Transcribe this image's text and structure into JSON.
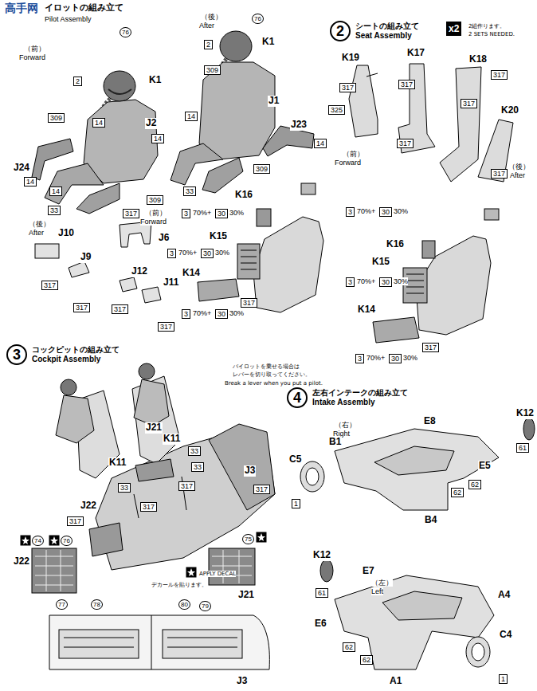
{
  "diagram": {
    "nodes": [
      {
        "text": [
          "2",
          "シートの組み立て",
          "Seat Assembly"
        ]
      },
      {
        "text": [
          "x2"
        ]
      },
      {
        "text": [
          "3",
          "コックピットの組み立て",
          "Cockpit Assembly"
        ]
      },
      {
        "text": [
          "4",
          "左右インテークの組み立て",
          "Intake Assembly"
        ]
      }
    ],
    "labels": [
      "高手网",
      "イロットの組み立て",
      "Pilot Assembly",
      "76",
      "（前）",
      "Forward",
      "2",
      "K1",
      "309",
      "J2",
      "14",
      "14",
      "J24",
      "14",
      "14",
      "309",
      "33",
      "（後）",
      "After",
      "76",
      "K1",
      "2",
      "309",
      "J1",
      "14",
      "J23",
      "14",
      "309",
      "33",
      "（後）",
      "After",
      "J10",
      "J9",
      "317",
      "317",
      "317",
      "（前）",
      "Forward",
      "J6",
      "J12",
      "J11",
      "317",
      "317",
      "2組作ります。",
      "2 SETS NEEDED.",
      "K19",
      "K17",
      "K18",
      "317",
      "K20",
      "317",
      "325",
      "317",
      "317",
      "317",
      "317",
      "（前）",
      "Forward",
      "K16",
      "3",
      "70%+",
      "30",
      "30%",
      "K15",
      "3",
      "70%+",
      "30",
      "30%",
      "K14",
      "317",
      "3",
      "70%+",
      "30",
      "30%",
      "（後）",
      "After",
      "3",
      "70%+",
      "30",
      "30%",
      "K16",
      "K15",
      "3",
      "70%+",
      "30",
      "30%",
      "K14",
      "317",
      "3",
      "70%+",
      "30",
      "30%",
      "パイロットを乗せる場合は",
      "レバーを切り取ってください。",
      "Break a lever when you put a pilot.",
      "J21",
      "K11",
      "33",
      "317",
      "33",
      "K11",
      "33",
      "317",
      "J3",
      "317",
      "J22",
      "317",
      "74",
      "76",
      "75",
      "J22",
      "J21",
      "デカールを貼ります。",
      "APPLY DECAL",
      "77",
      "78",
      "80",
      "79",
      "J3",
      "（右）",
      "Right",
      "K12",
      "E8",
      "B1",
      "C5",
      "E5",
      "62",
      "62",
      "61",
      "1",
      "B4",
      "K12",
      "E7",
      "（左）",
      "Left",
      "61",
      "E6",
      "A4",
      "62",
      "62",
      "C4",
      "1",
      "A1"
    ]
  }
}
